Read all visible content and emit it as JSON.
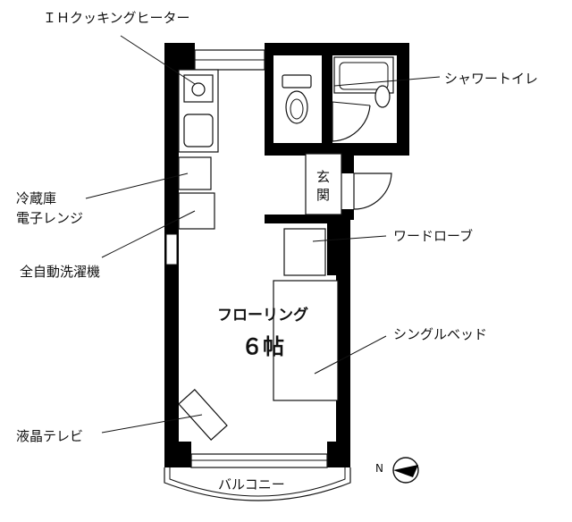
{
  "labels": {
    "ih_cooking_heater": "ＩＨクッキングヒーター",
    "shower_toilet": "シャワートイレ",
    "refrigerator": "冷蔵庫",
    "microwave": "電子レンジ",
    "washing_machine": "全自動洗濯機",
    "wardrobe": "ワードローブ",
    "flooring": "フローリング",
    "room_size": "６帖",
    "single_bed": "シングルベッド",
    "lcd_tv": "液晶テレビ",
    "balcony": "バルコニー",
    "entrance_top": "玄",
    "entrance_bottom": "関",
    "north": "N"
  },
  "colors": {
    "wall": "#000000",
    "line": "#111111",
    "background": "#ffffff"
  }
}
